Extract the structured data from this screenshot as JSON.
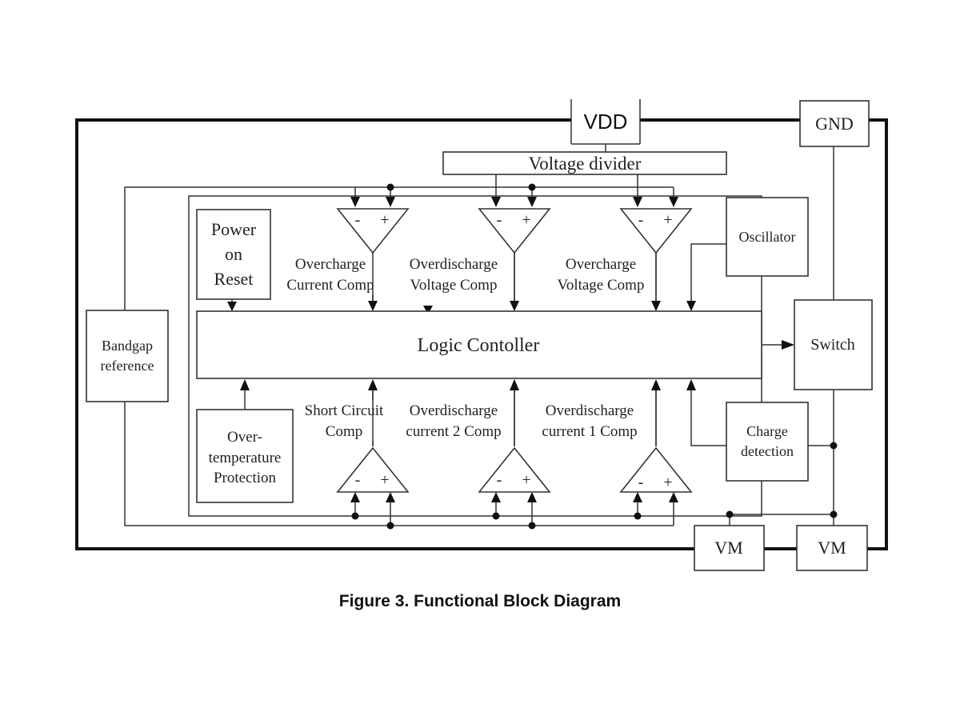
{
  "caption": "Figure 3. Functional Block Diagram",
  "blocks": {
    "vdd": "VDD",
    "gnd": "GND",
    "voltage_divider": "Voltage divider",
    "power_on_reset": [
      "Power",
      "on",
      "Reset"
    ],
    "oscillator": "Oscillator",
    "bandgap": [
      "Bandgap",
      "reference"
    ],
    "logic": "Logic Contoller",
    "switch": "Switch",
    "over_temp": [
      "Over-",
      "temperature",
      "Protection"
    ],
    "charge_detection": [
      "Charge",
      "detection"
    ],
    "vm_left": "VM",
    "vm_right": "VM"
  },
  "comparators": {
    "top": [
      {
        "label": [
          "Overcharge",
          "Current Comp"
        ],
        "minus": "-",
        "plus": "+"
      },
      {
        "label": [
          "Overdischarge",
          "Voltage Comp"
        ],
        "minus": "-",
        "plus": "+"
      },
      {
        "label": [
          "Overcharge",
          "Voltage Comp"
        ],
        "minus": "-",
        "plus": "+"
      }
    ],
    "bottom": [
      {
        "label": [
          "Short Circuit",
          "Comp"
        ],
        "minus": "-",
        "plus": "+"
      },
      {
        "label": [
          "Overdischarge",
          "current 2 Comp"
        ],
        "minus": "-",
        "plus": "+"
      },
      {
        "label": [
          "Overdischarge",
          "current 1 Comp"
        ],
        "minus": "-",
        "plus": "+"
      }
    ]
  }
}
